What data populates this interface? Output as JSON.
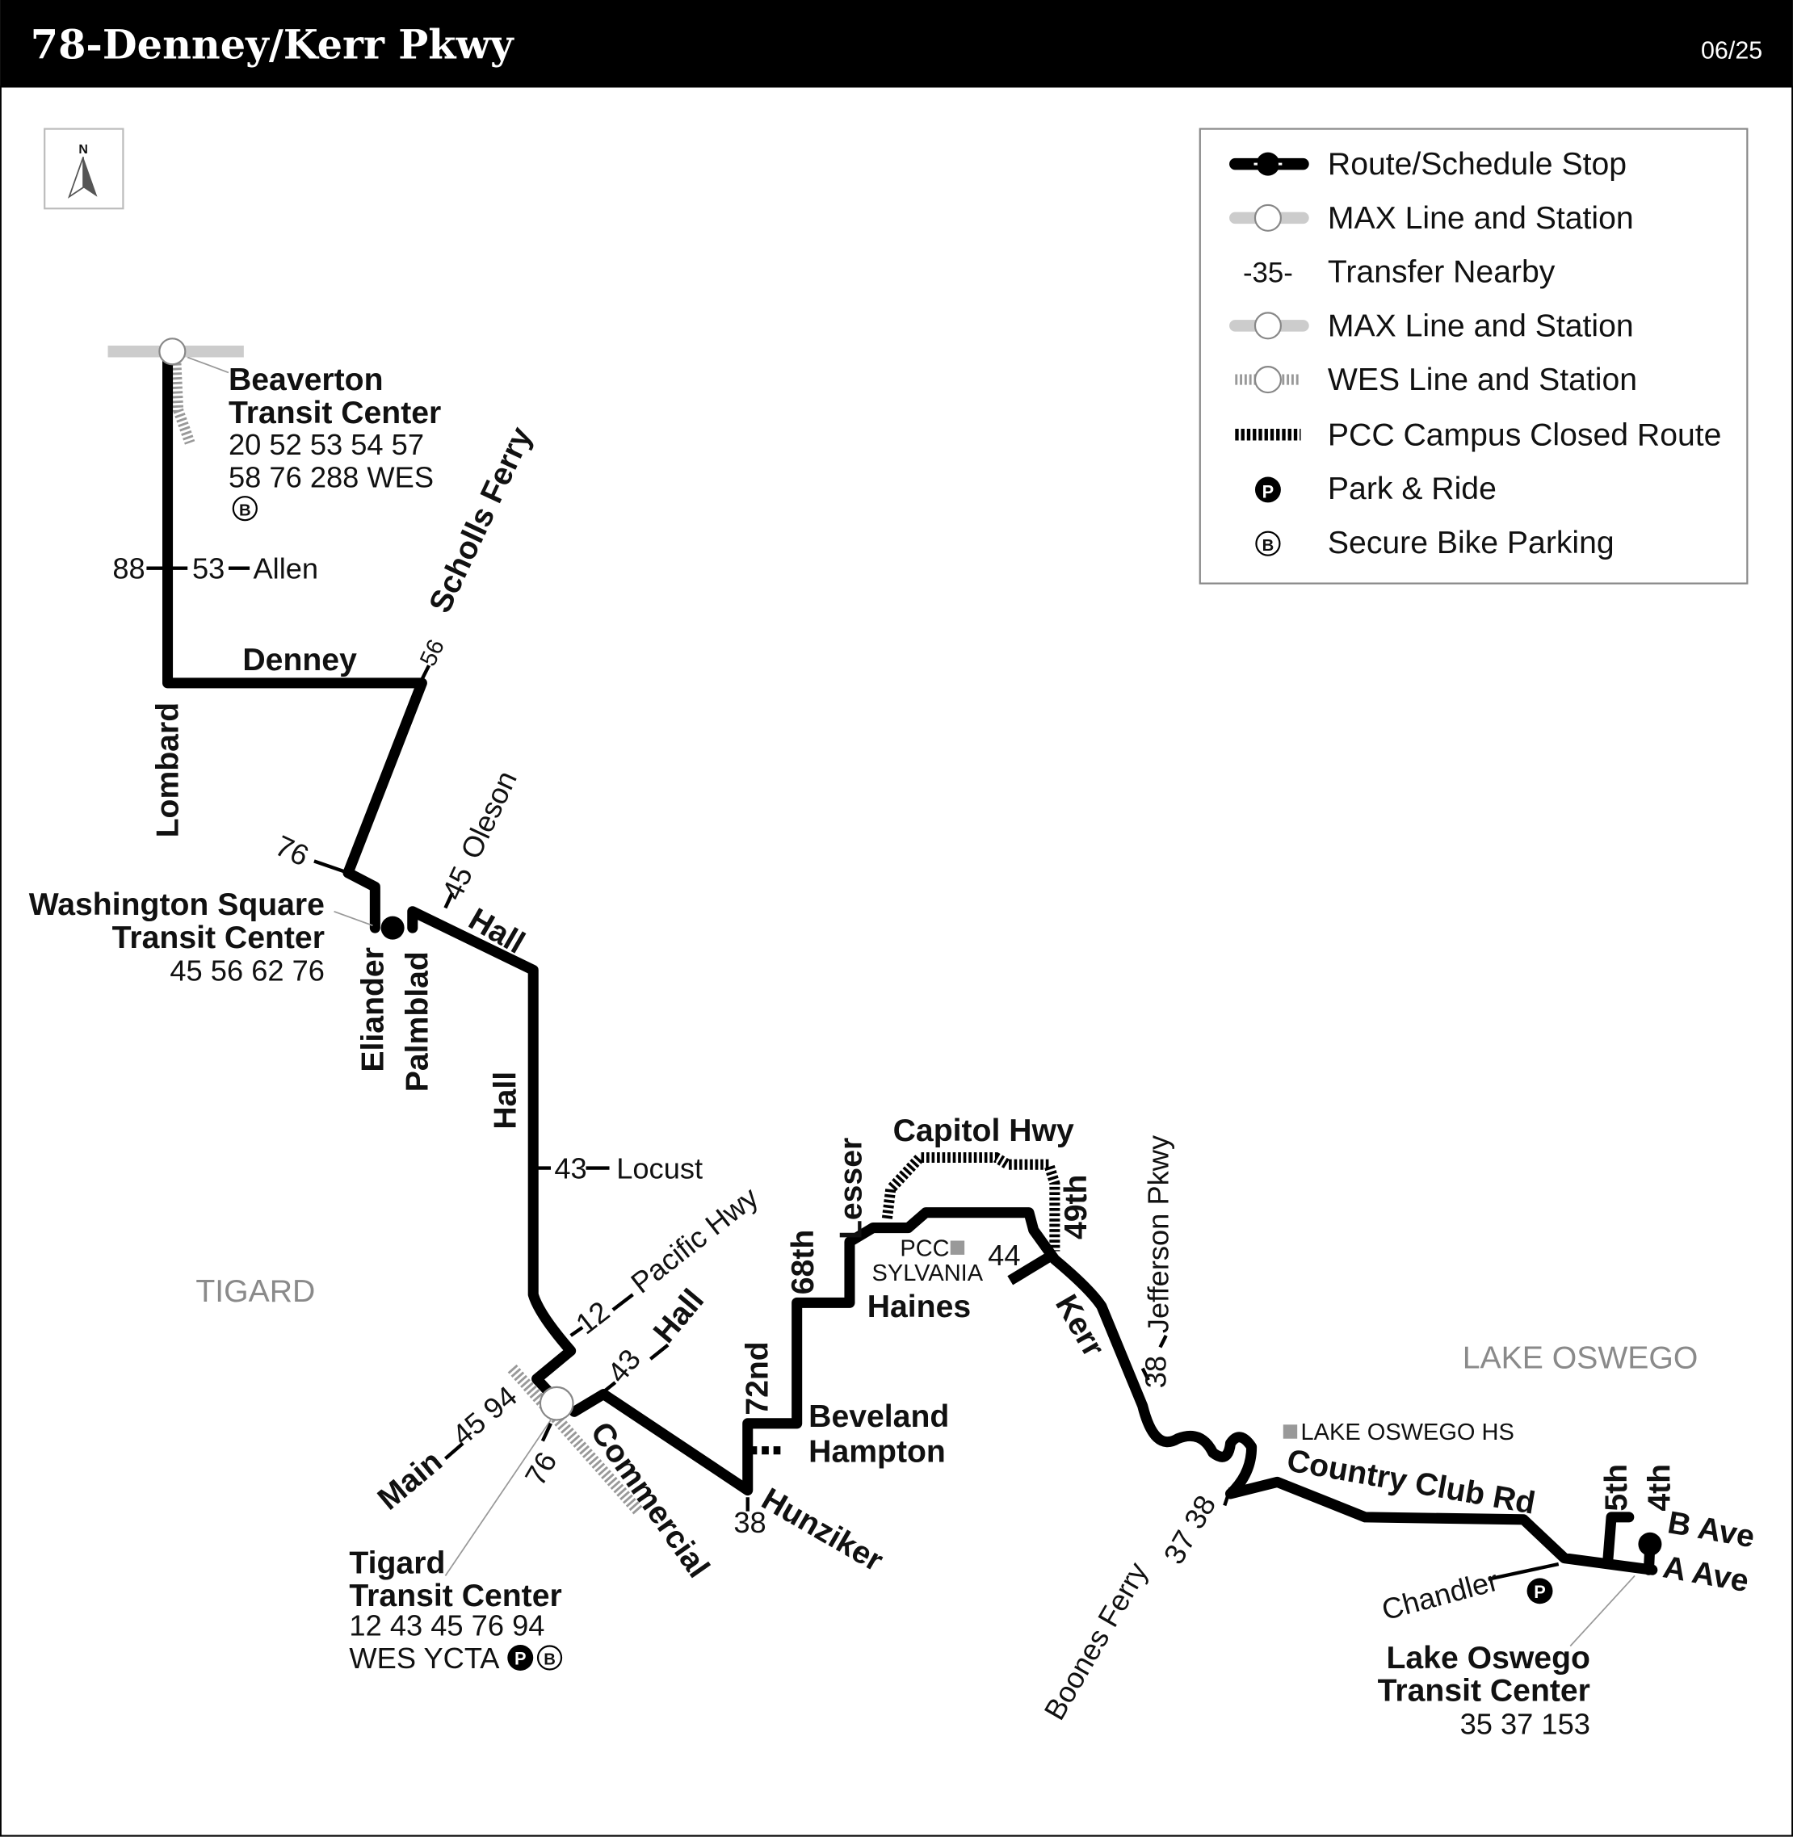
{
  "header": {
    "title": "78-Denney/Kerr Pkwy",
    "date": "06/25"
  },
  "compass": {
    "label": "N"
  },
  "legend": [
    {
      "icon": "route-stop-icon",
      "label": "Route/Schedule Stop"
    },
    {
      "icon": "max-station-icon",
      "label": "MAX Line and Station"
    },
    {
      "icon": "transfer-icon",
      "icon_text": "-35-",
      "label": "Transfer Nearby"
    },
    {
      "icon": "max-station-icon",
      "label": "MAX Line and Station"
    },
    {
      "icon": "wes-station-icon",
      "label": "WES Line and Station"
    },
    {
      "icon": "pcc-closed-route-icon",
      "label": "PCC Campus Closed Route"
    },
    {
      "icon": "park-ride-icon",
      "label": "Park & Ride"
    },
    {
      "icon": "bike-parking-icon",
      "label": "Secure Bike Parking"
    }
  ],
  "areas": {
    "tigard": "TIGARD",
    "lake_oswego": "LAKE OSWEGO"
  },
  "stations": {
    "beaverton": {
      "name1": "Beaverton",
      "name2": "Transit Center",
      "lines1": "20 52 53 54 57",
      "lines2": "58 76 288 WES"
    },
    "washington_square": {
      "name1": "Washington Square",
      "name2": "Transit Center",
      "lines": "45 56 62 76"
    },
    "tigard": {
      "name1": "Tigard",
      "name2": "Transit Center",
      "lines1": "12 43 45 76 94",
      "lines2": "WES YCTA"
    },
    "lake_oswego": {
      "name1": "Lake Oswego",
      "name2": "Transit Center",
      "lines": "35 37 153"
    }
  },
  "streets": {
    "lombard": "Lombard",
    "denney": "Denney",
    "scholls_ferry": "Scholls Ferry",
    "allen": "Allen",
    "eliander": "Eliander",
    "palmblad": "Palmblad",
    "oleson": "Oleson",
    "hall1": "Hall",
    "hall2": "Hall",
    "locust": "Locust",
    "pacific_hwy": "Pacific Hwy",
    "hall3": "Hall",
    "main": "Main",
    "commercial": "Commercial",
    "hunziker": "Hunziker",
    "seventy_second": "72nd",
    "beveland": "Beveland",
    "hampton": "Hampton",
    "sixty_eighth": "68th",
    "lesser": "Lesser",
    "haines": "Haines",
    "capitol_hwy": "Capitol Hwy",
    "forty_ninth": "49th",
    "kerr": "Kerr",
    "jefferson_pkwy": "Jefferson Pkwy",
    "country_club": "Country Club Rd",
    "boones_ferry": "Boones Ferry",
    "chandler": "Chandler",
    "fifth": "5th",
    "fourth": "4th",
    "b_ave": "B Ave",
    "a_ave": "A Ave"
  },
  "landmarks": {
    "pcc1": "PCC",
    "pcc2": "SYLVANIA",
    "lohs": "LAKE OSWEGO HS"
  },
  "transfers": {
    "t88": "88",
    "t53": "53",
    "t56": "56",
    "t76a": "76",
    "t45a": "45",
    "t43a": "43",
    "t12": "12",
    "t43b": "43",
    "t4594": "45 94",
    "t76b": "76",
    "t38a": "38",
    "t44": "44",
    "t38b": "38",
    "t3738": "37 38"
  },
  "colors": {
    "header_bg": "#000000",
    "route": "#000000",
    "rail": "#c8c8c8",
    "area_label": "#8a8a8a"
  }
}
